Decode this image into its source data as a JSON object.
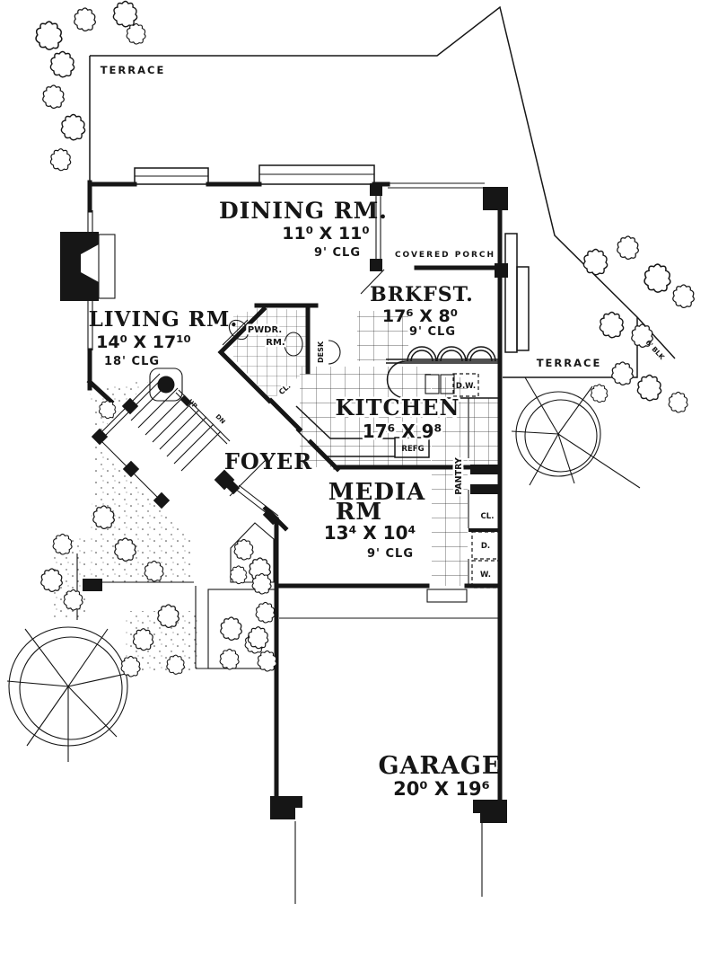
{
  "colors": {
    "ink": "#161616",
    "paper": "#ffffff"
  },
  "site": {
    "terrace_top": "TERRACE",
    "terrace_right": "TERRACE",
    "fence_note": "6' BLK"
  },
  "rooms": {
    "dining": {
      "name": "DINING RM.",
      "dims": "11⁰ X 11⁰",
      "ceiling": "9' CLG"
    },
    "covered_porch": {
      "name": "COVERED PORCH"
    },
    "breakfast": {
      "name": "BRKFST.",
      "dims": "17⁶ X 8⁰",
      "ceiling": "9' CLG"
    },
    "living": {
      "name": "LIVING RM.",
      "dims": "14⁰ X 17¹⁰",
      "ceiling": "18' CLG"
    },
    "kitchen": {
      "name": "KITCHEN",
      "dims": "17⁶ X 9⁸"
    },
    "foyer": {
      "name": "FOYER"
    },
    "media": {
      "name_line1": "MEDIA",
      "name_line2": "RM",
      "dims": "13⁴ X 10⁴",
      "ceiling": "9' CLG"
    },
    "garage": {
      "name": "GARAGE",
      "dims": "20⁰ X 19⁶"
    },
    "powder": {
      "name_line1": "PWDR.",
      "name_line2": "RM."
    }
  },
  "fixtures": {
    "desk": "DESK",
    "dishwasher": "D.W.",
    "refrigerator": "REFG",
    "pantry": "PANTRY",
    "closet_powder": "CL.",
    "closet_hall": "CL.",
    "dryer": "D.",
    "washer": "W.",
    "stairs_up": "UP",
    "stairs_down": "DN"
  }
}
